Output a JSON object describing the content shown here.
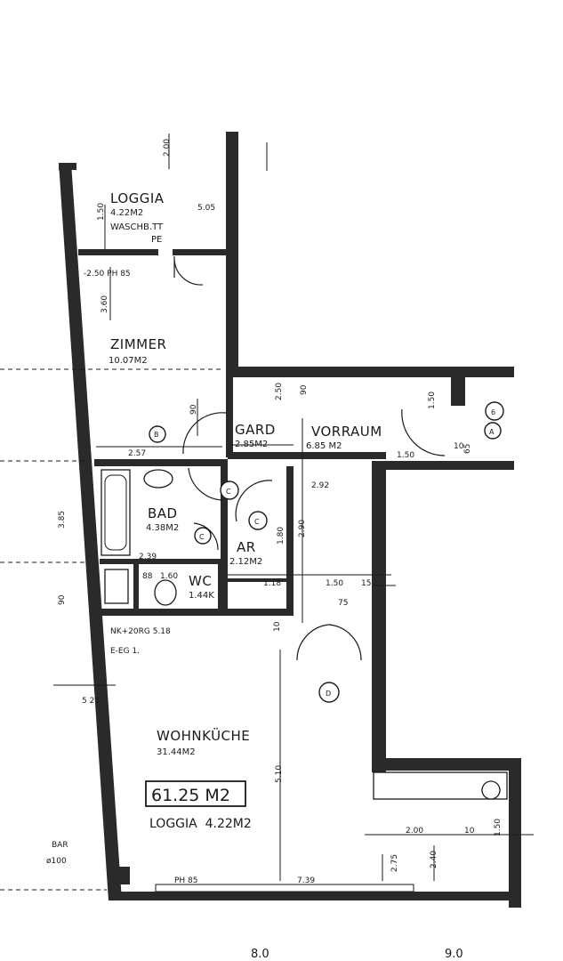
{
  "rooms": {
    "loggia_top": {
      "name": "LOGGIA",
      "area": "4.22M2",
      "note": "WASCHB.TT"
    },
    "pe": "PE",
    "zimmer": {
      "name": "ZIMMER",
      "area": "10.07M2"
    },
    "gard": {
      "name": "GARD",
      "area": "2.85M2"
    },
    "vorraum": {
      "name": "VORRAUM",
      "area": "6.85 M2"
    },
    "bad": {
      "name": "BAD",
      "area": "4.38M2"
    },
    "ar": {
      "name": "AR",
      "area": "2.12M2"
    },
    "wc": {
      "name": "WC",
      "area": "1.44K"
    },
    "wohnkueche": {
      "name": "WOHNKÜCHE",
      "area": "31.44M2"
    }
  },
  "summary": {
    "total": "61.25 M2",
    "loggia": "LOGGIA  4.22M2"
  },
  "notes": {
    "nk": "NK+20RG 5.18",
    "ebene": "E-EG 1.",
    "bar": "BAR",
    "bar_size": "ø100",
    "ph_top": "-2.50 PH 85",
    "ph_bottom": "PH 85",
    "dim_bottom": "7.39"
  },
  "markers": {
    "B": "B",
    "C1": "C",
    "C2": "C",
    "C3": "C",
    "D": "D",
    "A": "A",
    "six": "6"
  },
  "dimensions": {
    "d_top_vert": "2.00",
    "d_150_loggia": "1.50",
    "d_505": "5.05",
    "d_360": "3.60",
    "d_90": "90",
    "d_250": "2.50",
    "d_90b": "90",
    "d_257": "2.57",
    "d_150_vor": "1.50",
    "d_10": "10",
    "d_65": "65",
    "d_292": "2.92",
    "d_385": "3.85",
    "d_290": "2.90",
    "d_180": "1.80",
    "d_239": "2.39",
    "d_160": "1.60",
    "d_118": "1.18",
    "d_150_h": "1.50",
    "d_15": "15",
    "d_75": "75",
    "d_90c": "90",
    "d_10b": "10",
    "d_525": "5  25",
    "d_510": "5.10",
    "d_200": "2.00",
    "d_240": "2.40",
    "d_275": "2.75",
    "d_10c": "10",
    "d_150_left": "1.50",
    "d_88": "88",
    "d_150_right": "1.50"
  },
  "footer": {
    "left": "8.0",
    "right": "9.0"
  },
  "colors": {
    "ink": "#1a1a1a",
    "wall": "#2a2a2a",
    "paper": "#ffffff"
  }
}
